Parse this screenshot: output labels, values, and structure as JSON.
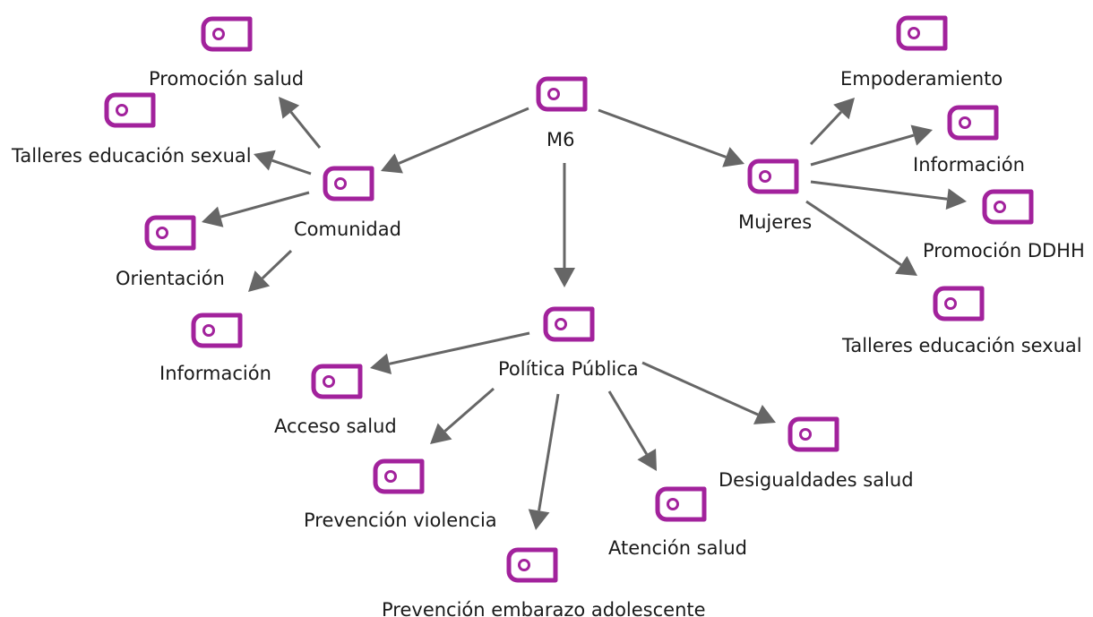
{
  "colors": {
    "node": "#a2229c",
    "edge": "#666666",
    "text": "#1a1a1a"
  },
  "nodes": {
    "m6": {
      "label": "M6"
    },
    "comunidad": {
      "label": "Comunidad"
    },
    "mujeres": {
      "label": "Mujeres"
    },
    "politica": {
      "label": "Política Pública"
    },
    "promocion_salud": {
      "label": "Promoción salud"
    },
    "talleres_com": {
      "label": "Talleres educación sexual"
    },
    "orientacion": {
      "label": "Orientación"
    },
    "informacion_com": {
      "label": "Información"
    },
    "empoderamiento": {
      "label": "Empoderamiento"
    },
    "informacion_muj": {
      "label": "Información"
    },
    "promocion_ddhh": {
      "label": "Promoción DDHH"
    },
    "talleres_muj": {
      "label": "Talleres educación sexual"
    },
    "acceso_salud": {
      "label": "Acceso salud"
    },
    "prevencion_violencia": {
      "label": "Prevención violencia"
    },
    "prevencion_embarazo": {
      "label": "Prevención embarazo adolescente"
    },
    "atencion_salud": {
      "label": "Atención salud"
    },
    "desigualdades_salud": {
      "label": "Desigualdades salud"
    }
  },
  "edges": [
    {
      "from": "m6",
      "to": "comunidad"
    },
    {
      "from": "m6",
      "to": "mujeres"
    },
    {
      "from": "m6",
      "to": "politica"
    },
    {
      "from": "comunidad",
      "to": "promocion_salud"
    },
    {
      "from": "comunidad",
      "to": "talleres_com"
    },
    {
      "from": "comunidad",
      "to": "orientacion"
    },
    {
      "from": "comunidad",
      "to": "informacion_com"
    },
    {
      "from": "mujeres",
      "to": "empoderamiento"
    },
    {
      "from": "mujeres",
      "to": "informacion_muj"
    },
    {
      "from": "mujeres",
      "to": "promocion_ddhh"
    },
    {
      "from": "mujeres",
      "to": "talleres_muj"
    },
    {
      "from": "politica",
      "to": "acceso_salud"
    },
    {
      "from": "politica",
      "to": "prevencion_violencia"
    },
    {
      "from": "politica",
      "to": "prevencion_embarazo"
    },
    {
      "from": "politica",
      "to": "atencion_salud"
    },
    {
      "from": "politica",
      "to": "desigualdades_salud"
    }
  ]
}
